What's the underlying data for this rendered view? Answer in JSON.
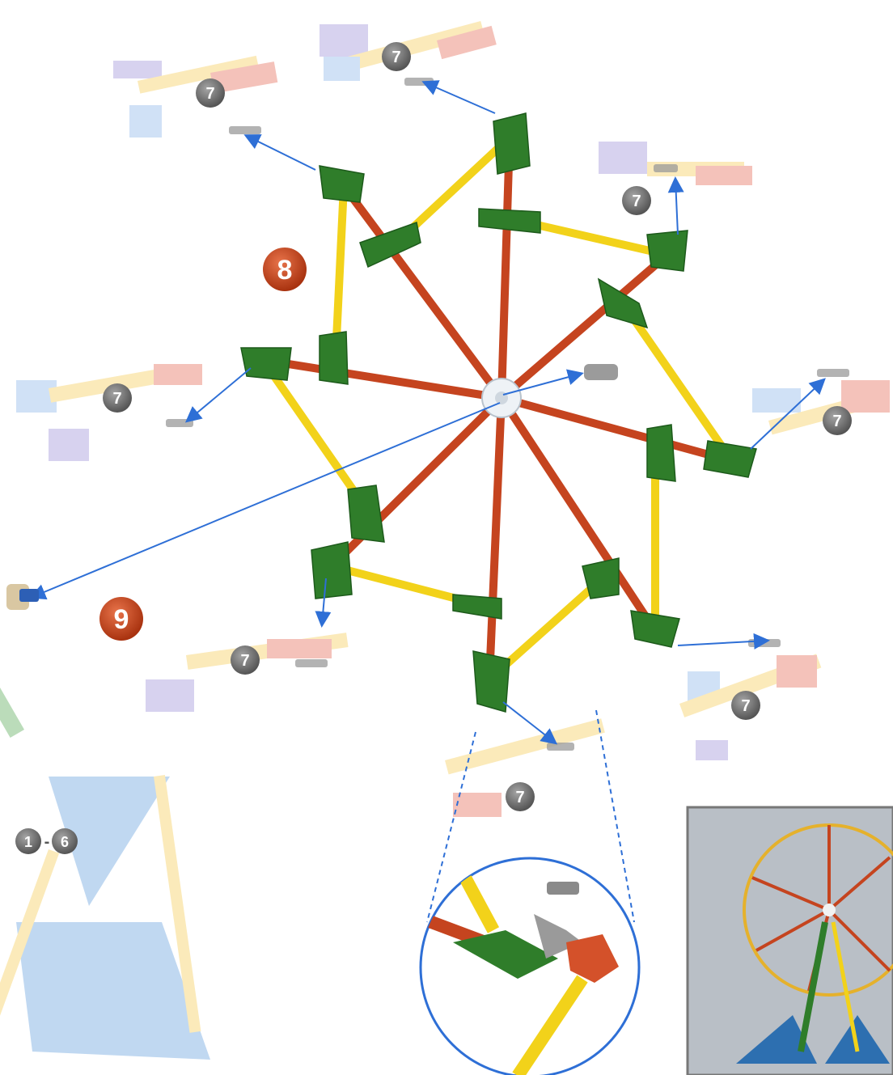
{
  "steps": {
    "step8": "8",
    "step9": "9",
    "sub_step": "7",
    "range_start": "1",
    "range_dash": "-",
    "range_end": "6"
  },
  "colors": {
    "rod_red": "#c5441f",
    "rod_yellow": "#f2d21a",
    "connector_green": "#2f7d2a",
    "arrow_blue": "#2e6fd6",
    "step_badge_red": "#c0401b",
    "sub_badge_gray": "#6f6f6f",
    "base_blue": "#4a8fd8",
    "photo_bg": "#b9bfc6"
  },
  "icons": {
    "hub": "hub-connector-icon",
    "seat": "seat-subassembly-icon",
    "axle": "axle-icon",
    "detail": "magnifier-detail-icon"
  }
}
